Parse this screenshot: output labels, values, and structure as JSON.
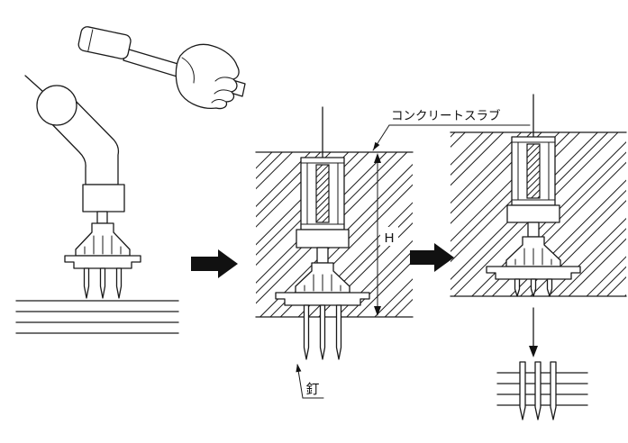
{
  "figure": {
    "type": "technical-installation-diagram",
    "background": "#ffffff",
    "line_color": "#1a1a1a",
    "labels": {
      "concrete_slab": "コンクリートスラブ",
      "depth": "H",
      "nail": "釘"
    },
    "icons": {
      "step_arrow": "right-block-arrow",
      "drop_arrow": "down-arrow"
    },
    "steps": 3
  }
}
